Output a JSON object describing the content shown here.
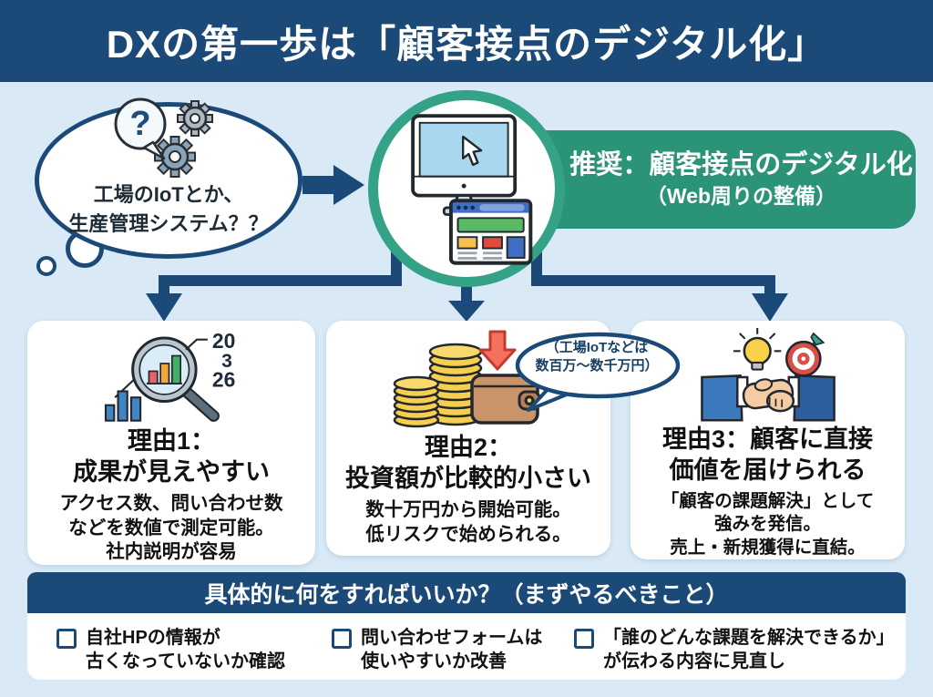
{
  "header": {
    "title": "DXの第一歩は「顧客接点のデジタル化」"
  },
  "intro": {
    "thought_text": "工場のIoTとか、\n生産管理システム？？",
    "recommend_title": "推奨：顧客接点のデジタル化",
    "recommend_subtitle": "（Web周りの整備）"
  },
  "reasons": [
    {
      "title": "理由1：\n成果が見えやすい",
      "body": "アクセス数、問い合わせ数\nなどを数値で測定可能。\n社内説明が容易",
      "icon_numbers": [
        "20",
        "3",
        "26"
      ]
    },
    {
      "title": "理由2：\n投資額が比較的小さい",
      "body": "数十万円から開始可能。\n低リスクで始められる。",
      "note": "（工場IoTなどは\n数百万〜数千万円）"
    },
    {
      "title": "理由3：顧客に直接\n価値を届けられる",
      "body": "「顧客の課題解決」として\n強みを発信。\n売上・新規獲得に直結。"
    }
  ],
  "actions": {
    "title": "具体的に何をすればいいか？（まずやるべきこと）",
    "items": [
      "自社HPの情報が\n古くなっていないか確認",
      "問い合わせフォームは\n使いやすいか改善",
      "「誰のどんな課題を解決できるか」\nが伝わる内容に見直し"
    ]
  },
  "colors": {
    "navy": "#1b4a78",
    "bg": "#d9eaf6",
    "green": "#2b9478",
    "ring": "#33a287"
  }
}
